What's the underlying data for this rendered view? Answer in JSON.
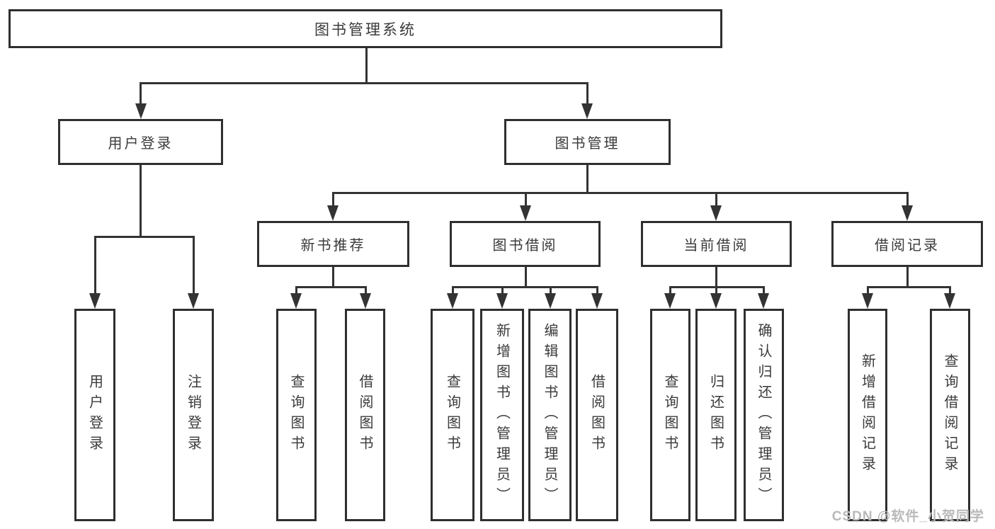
{
  "diagram": {
    "root": "图书管理系统",
    "branches": {
      "user_login": {
        "label": "用户登录",
        "children": [
          "用户登录",
          "注销登录"
        ]
      },
      "book_mgmt": {
        "label": "图书管理",
        "sections": {
          "new_book": {
            "label": "新书推荐",
            "children": [
              "查询图书",
              "借阅图书"
            ]
          },
          "borrow": {
            "label": "图书借阅",
            "children": [
              "查询图书",
              "新增图书（管理员）",
              "编辑图书（管理员）",
              "借阅图书"
            ]
          },
          "current": {
            "label": "当前借阅",
            "children": [
              "查询图书",
              "归还图书",
              "确认归还（管理员）"
            ]
          },
          "records": {
            "label": "借阅记录",
            "children": [
              "新增借阅记录",
              "查询借阅记录"
            ]
          }
        }
      }
    }
  },
  "watermark": "CSDN @软件_小贺同学",
  "colors": {
    "line": "#333333",
    "box_border": "#2f2f2f",
    "text": "#3a3a3a",
    "watermark": "#b9b9b9",
    "background": "#ffffff"
  }
}
